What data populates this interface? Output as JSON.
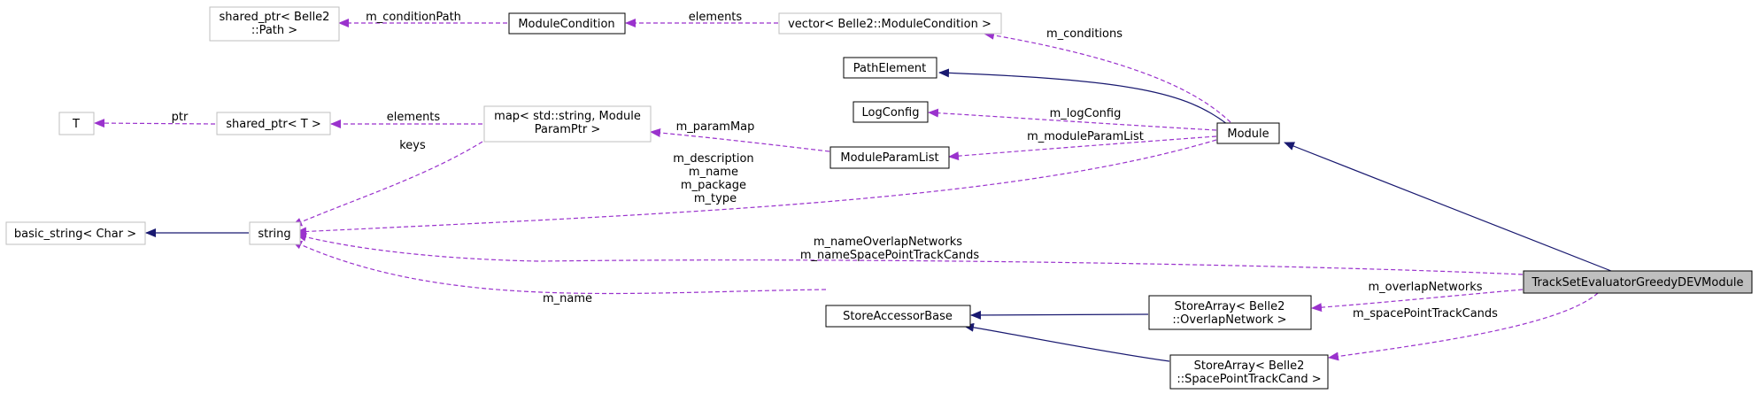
{
  "colors": {
    "inherit_edge": "#191970",
    "usage_edge": "#9a32cd",
    "node_border_gray": "#bfbfbf",
    "node_border_black": "#000000",
    "highlight_fill": "#bfbfbf"
  },
  "nodes": {
    "shared_ptr_path": {
      "lines": [
        "shared_ptr< Belle2",
        "::Path >"
      ]
    },
    "module_condition": {
      "lines": [
        "ModuleCondition"
      ]
    },
    "vector_module_condition": {
      "lines": [
        "vector< Belle2::ModuleCondition >"
      ]
    },
    "path_element": {
      "lines": [
        "PathElement"
      ]
    },
    "log_config": {
      "lines": [
        "LogConfig"
      ]
    },
    "module": {
      "lines": [
        "Module"
      ]
    },
    "t": {
      "lines": [
        "T"
      ]
    },
    "shared_ptr_t": {
      "lines": [
        "shared_ptr< T >"
      ]
    },
    "map_param": {
      "lines": [
        "map< std::string, Module",
        "ParamPtr >"
      ]
    },
    "module_param_list": {
      "lines": [
        "ModuleParamList"
      ]
    },
    "basic_string": {
      "lines": [
        "basic_string< Char >"
      ]
    },
    "string": {
      "lines": [
        "string"
      ]
    },
    "track_set_evaluator": {
      "lines": [
        "TrackSetEvaluatorGreedyDEVModule"
      ]
    },
    "store_accessor_base": {
      "lines": [
        "StoreAccessorBase"
      ]
    },
    "store_array_overlap": {
      "lines": [
        "StoreArray< Belle2",
        "::OverlapNetwork >"
      ]
    },
    "store_array_sptc": {
      "lines": [
        "StoreArray< Belle2",
        "::SpacePointTrackCand >"
      ]
    }
  },
  "edge_labels": {
    "m_conditionPath": [
      "m_conditionPath"
    ],
    "elements_cond": [
      "elements"
    ],
    "m_conditions": [
      "m_conditions"
    ],
    "ptr": [
      "ptr"
    ],
    "elements_t": [
      "elements"
    ],
    "keys": [
      "keys"
    ],
    "m_paramMap": [
      "m_paramMap"
    ],
    "m_logConfig": [
      "m_logConfig"
    ],
    "m_moduleParamList": [
      "m_moduleParamList"
    ],
    "m_description_group": [
      "m_description",
      "m_name",
      "m_package",
      "m_type"
    ],
    "m_nameOverlap_group": [
      "m_nameOverlapNetworks",
      "m_nameSpacePointTrackCands"
    ],
    "m_name": [
      "m_name"
    ],
    "m_overlapNetworks": [
      "m_overlapNetworks"
    ],
    "m_spacePointTrackCands": [
      "m_spacePointTrackCands"
    ]
  }
}
